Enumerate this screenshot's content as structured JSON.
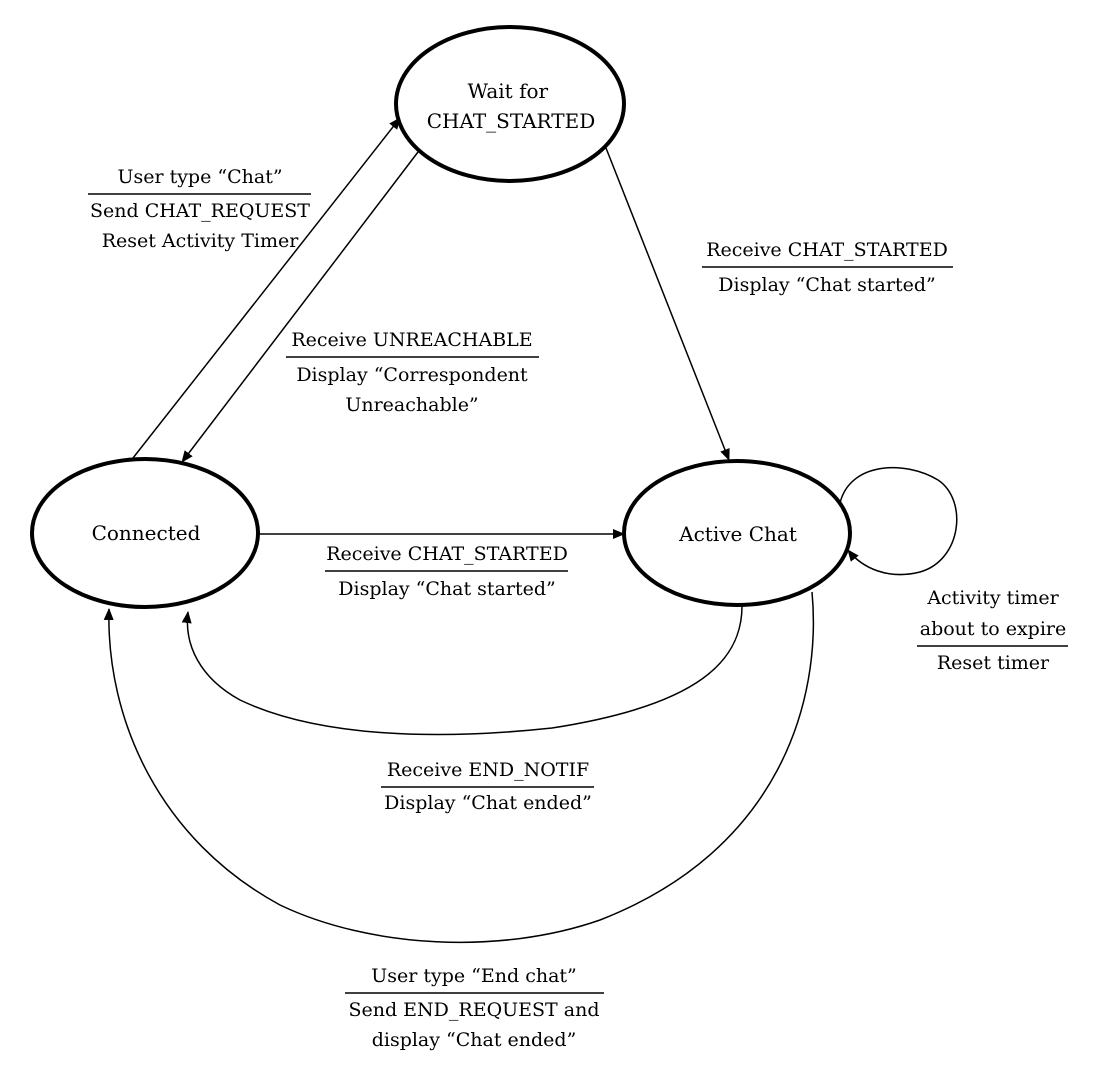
{
  "states": {
    "wait_for_chat_started": [
      "Wait for",
      "CHAT_STARTED"
    ],
    "connected": [
      "Connected"
    ],
    "active_chat": [
      "Active Chat"
    ]
  },
  "transitions": {
    "connected_to_wait": {
      "event": [
        "User type “Chat”"
      ],
      "action": [
        "Send CHAT_REQUEST",
        "Reset Activity Timer"
      ]
    },
    "wait_to_connected": {
      "event": [
        "Receive UNREACHABLE"
      ],
      "action": [
        "Display “Correspondent",
        "Unreachable”"
      ]
    },
    "wait_to_active": {
      "event": [
        "Receive CHAT_STARTED"
      ],
      "action": [
        "Display “Chat started”"
      ]
    },
    "connected_to_active": {
      "event": [
        "Receive CHAT_STARTED"
      ],
      "action": [
        "Display “Chat started”"
      ]
    },
    "active_self_loop": {
      "event": [
        "Activity timer",
        "about to expire"
      ],
      "action": [
        "Reset timer"
      ]
    },
    "active_to_connected_end_notif": {
      "event": [
        "Receive END_NOTIF"
      ],
      "action": [
        "Display “Chat ended”"
      ]
    },
    "active_to_connected_user_end": {
      "event": [
        "User type “End chat”"
      ],
      "action": [
        "Send END_REQUEST and",
        "display “Chat ended”"
      ]
    }
  }
}
